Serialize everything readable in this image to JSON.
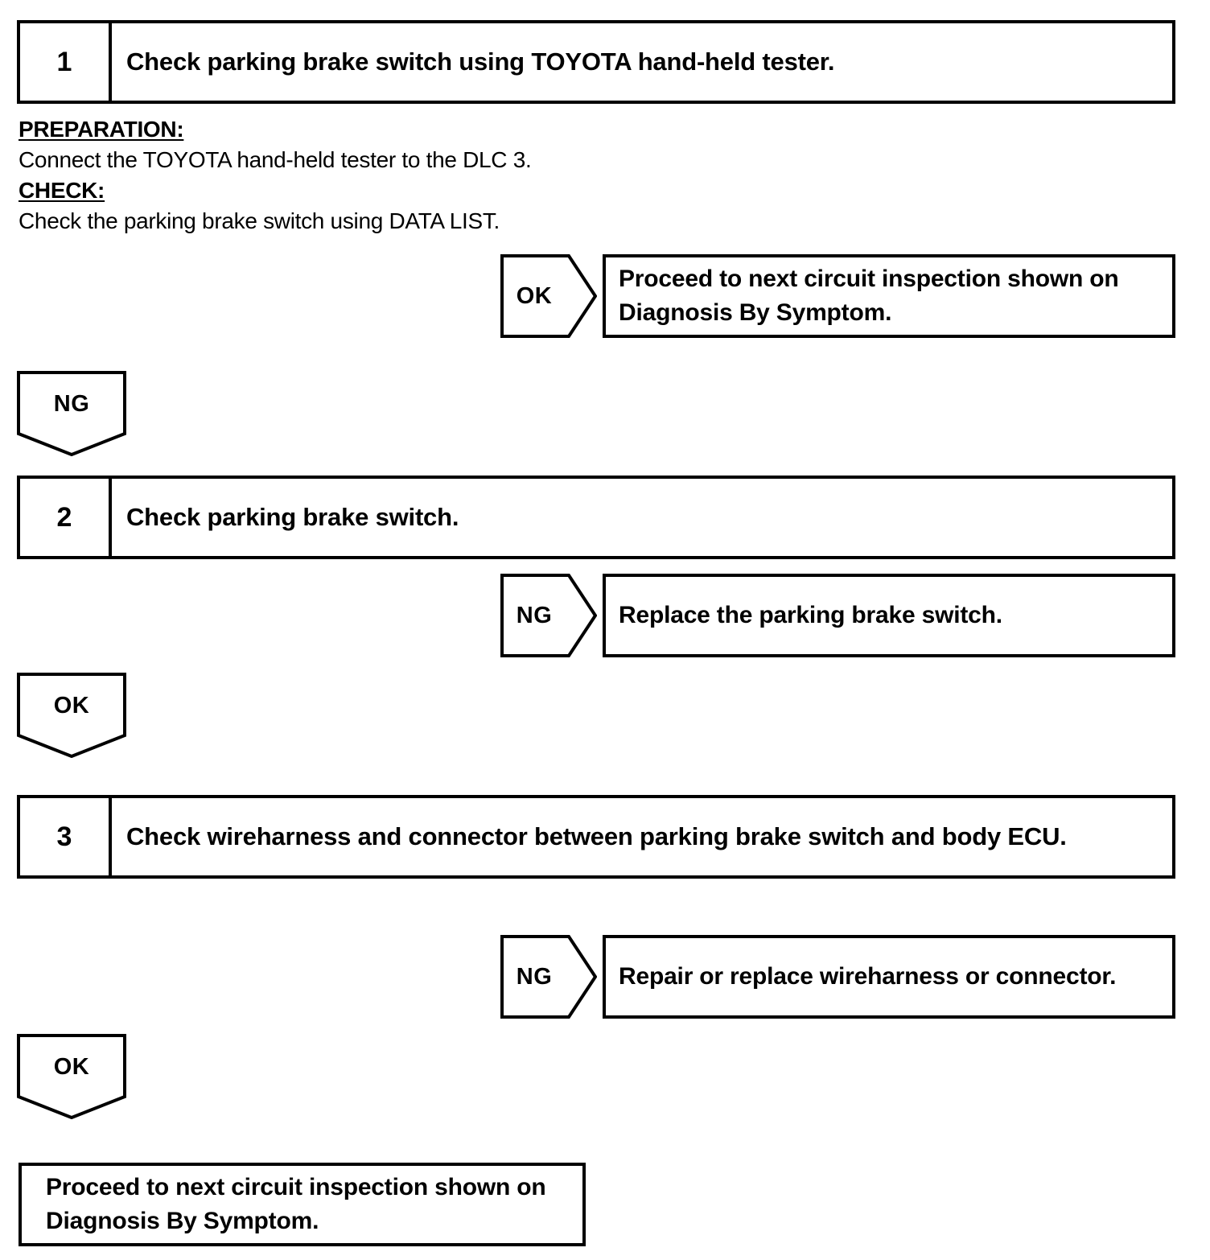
{
  "document": {
    "type": "troubleshooting-flowchart",
    "colors": {
      "ink": "#000000",
      "paper": "#ffffff"
    }
  },
  "steps": [
    {
      "number": "1",
      "title": "Check parking brake switch using TOYOTA hand-held tester."
    },
    {
      "number": "2",
      "title": "Check parking brake switch."
    },
    {
      "number": "3",
      "title": "Check wireharness and connector between parking brake switch and body ECU."
    }
  ],
  "detail": {
    "preparation_label": "PREPARATION:",
    "preparation_text": "Connect the TOYOTA hand-held tester to the DLC 3.",
    "check_label": "CHECK:",
    "check_text": "Check the parking brake switch using DATA LIST."
  },
  "branches": {
    "step1_ok": {
      "label": "OK",
      "result_line1": "Proceed to next circuit inspection shown on",
      "result_line2": "Diagnosis By Symptom."
    },
    "step1_ng": {
      "label": "NG"
    },
    "step2_ng": {
      "label": "NG",
      "result": "Replace the parking brake switch."
    },
    "step2_ok": {
      "label": "OK"
    },
    "step3_ng": {
      "label": "NG",
      "result": "Repair or replace wireharness or connector."
    },
    "step3_ok": {
      "label": "OK"
    }
  },
  "final": {
    "line1": "Proceed to next circuit inspection shown on",
    "line2": "Diagnosis By Symptom."
  }
}
